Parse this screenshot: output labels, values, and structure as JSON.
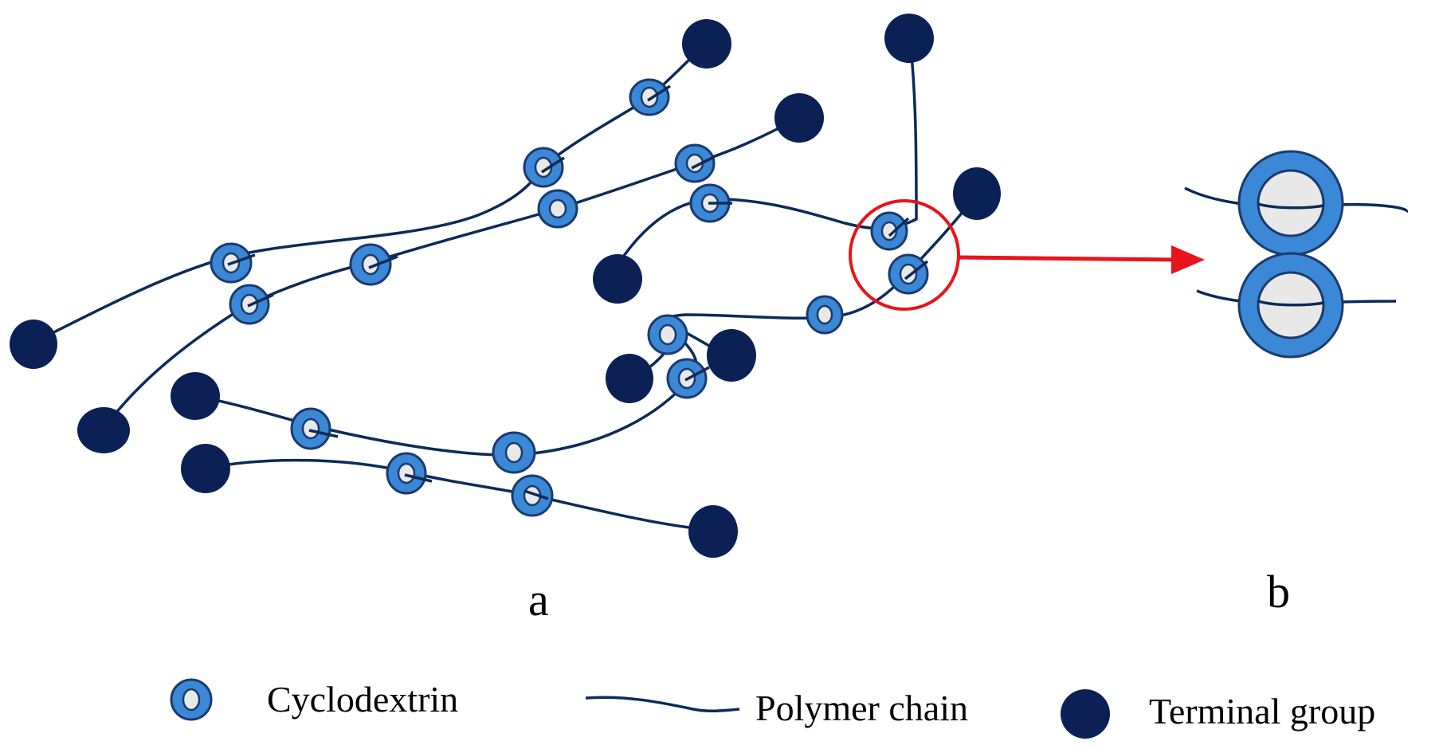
{
  "panels": {
    "a_label": "a",
    "b_label": "b"
  },
  "legend": {
    "cyclodextrin": "Cyclodextrin",
    "polymer_chain": "Polymer chain",
    "terminal_group": "Terminal group"
  },
  "colors": {
    "chain": "#0d2a58",
    "terminal": "#0b2156",
    "ring_fill": "#3b88d6",
    "ring_stroke": "#1a3a70",
    "ring_hole": "#e8e8e8",
    "highlight": "#e8141b",
    "arrow": "#e8141b"
  }
}
